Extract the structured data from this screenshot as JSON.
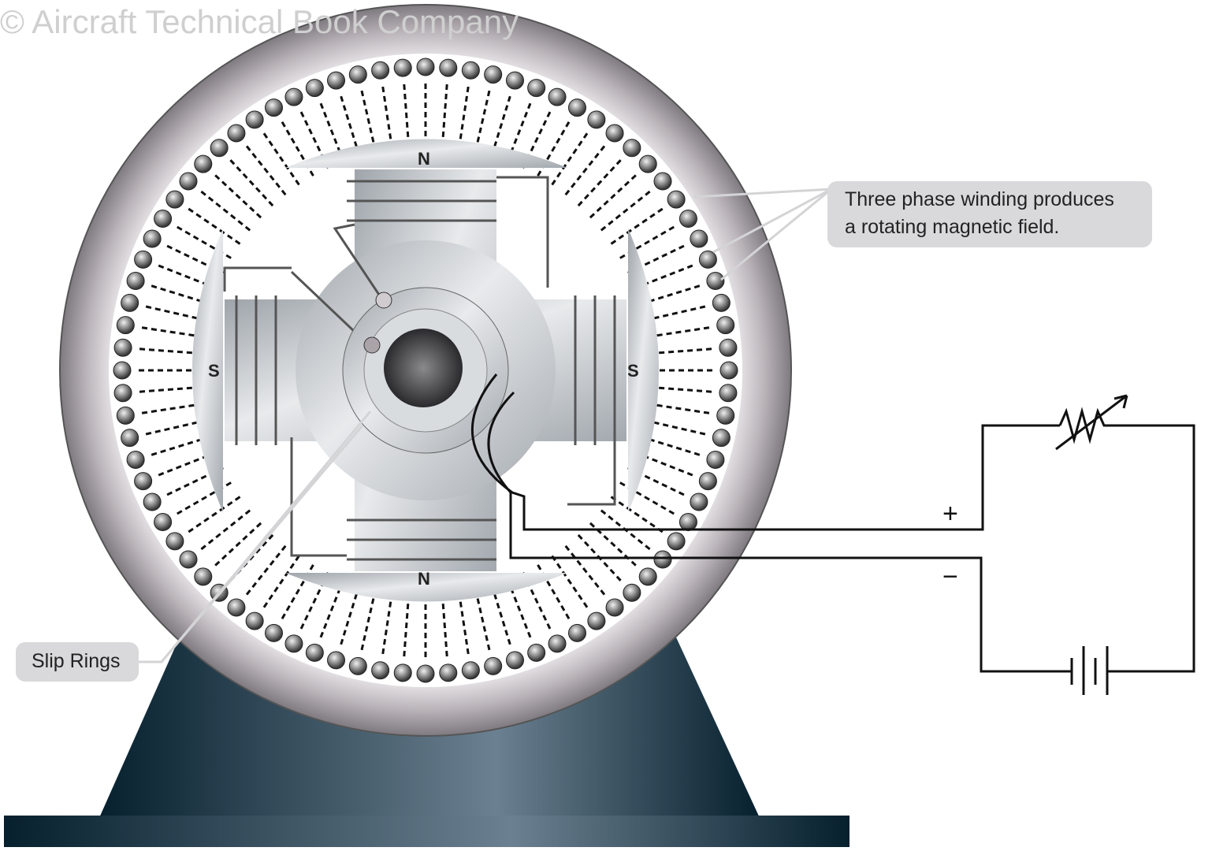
{
  "watermark": "© Aircraft Technical Book Company",
  "labels": {
    "pole_top": "N",
    "pole_bottom": "N",
    "pole_left": "S",
    "pole_right": "S",
    "plus": "+",
    "minus": "−"
  },
  "callouts": {
    "winding_line1": "Three phase winding produces",
    "winding_line2": "a rotating magnetic field.",
    "slip_rings": "Slip Rings"
  },
  "stator": {
    "conductor_count": 84
  },
  "colors": {
    "base": "#0e3a4e",
    "frame": "#c9c4c8",
    "rotor": "#bfc3c7"
  }
}
